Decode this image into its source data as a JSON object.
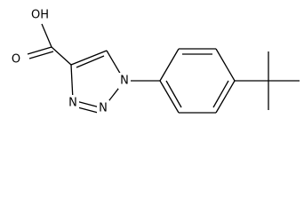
{
  "structure": {
    "atoms": {
      "hydroxyl": "OH",
      "carbonyl_oxygen": "O",
      "n1": "N",
      "n2": "N",
      "n3": "N"
    }
  }
}
